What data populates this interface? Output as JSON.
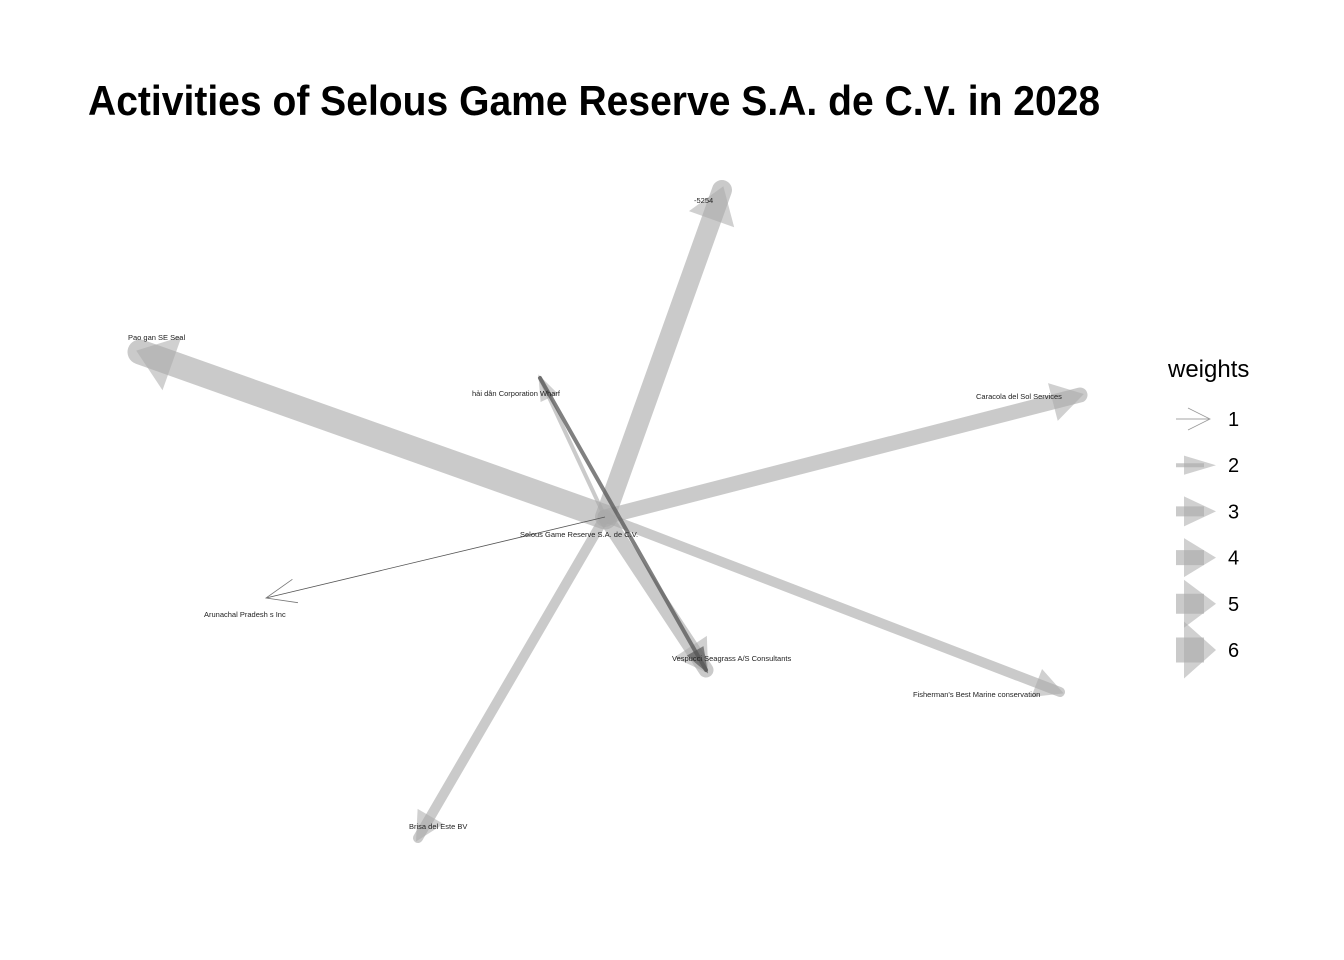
{
  "title": "Activities of Selous Game Reserve S.A. de C.V. in 2028",
  "colors": {
    "edge": "#aaaaaa",
    "edge_strong": "#555555",
    "text": "#000000",
    "background": "#ffffff"
  },
  "nodes": [
    {
      "id": "center",
      "label": "Selous Game Reserve  S.A. de C.V."
    },
    {
      "id": "n5254",
      "label": "-5254"
    },
    {
      "id": "paogan",
      "label": "Pao gan SE Seal"
    },
    {
      "id": "haidan",
      "label": "hải dân Corporation Wharf"
    },
    {
      "id": "caracola",
      "label": "Caracola del Sol Services"
    },
    {
      "id": "arunachal",
      "label": "Arunachal Pradesh s Inc"
    },
    {
      "id": "vespucci",
      "label": "Vespucci Seagrass A/S Consultants"
    },
    {
      "id": "fisherman",
      "label": "Fisherman's Best Marine conservation"
    },
    {
      "id": "brisa",
      "label": "Brisa del Este BV"
    }
  ],
  "edges": [
    {
      "source": "center",
      "target": "paogan",
      "weight": 6
    },
    {
      "source": "center",
      "target": "n5254",
      "weight": 5
    },
    {
      "source": "center",
      "target": "caracola",
      "weight": 4
    },
    {
      "source": "center",
      "target": "vespucci",
      "weight": 4
    },
    {
      "source": "center",
      "target": "fisherman",
      "weight": 3
    },
    {
      "source": "center",
      "target": "brisa",
      "weight": 3
    },
    {
      "source": "center",
      "target": "haidan",
      "weight": 2
    },
    {
      "source": "center",
      "target": "arunachal",
      "weight": 1
    },
    {
      "source": "haidan",
      "target": "vespucci",
      "weight": 2
    }
  ],
  "legend": {
    "title": "weights",
    "items": [
      {
        "label": "1",
        "weight": 1
      },
      {
        "label": "2",
        "weight": 2
      },
      {
        "label": "3",
        "weight": 3
      },
      {
        "label": "4",
        "weight": 4
      },
      {
        "label": "5",
        "weight": 5
      },
      {
        "label": "6",
        "weight": 6
      }
    ]
  }
}
